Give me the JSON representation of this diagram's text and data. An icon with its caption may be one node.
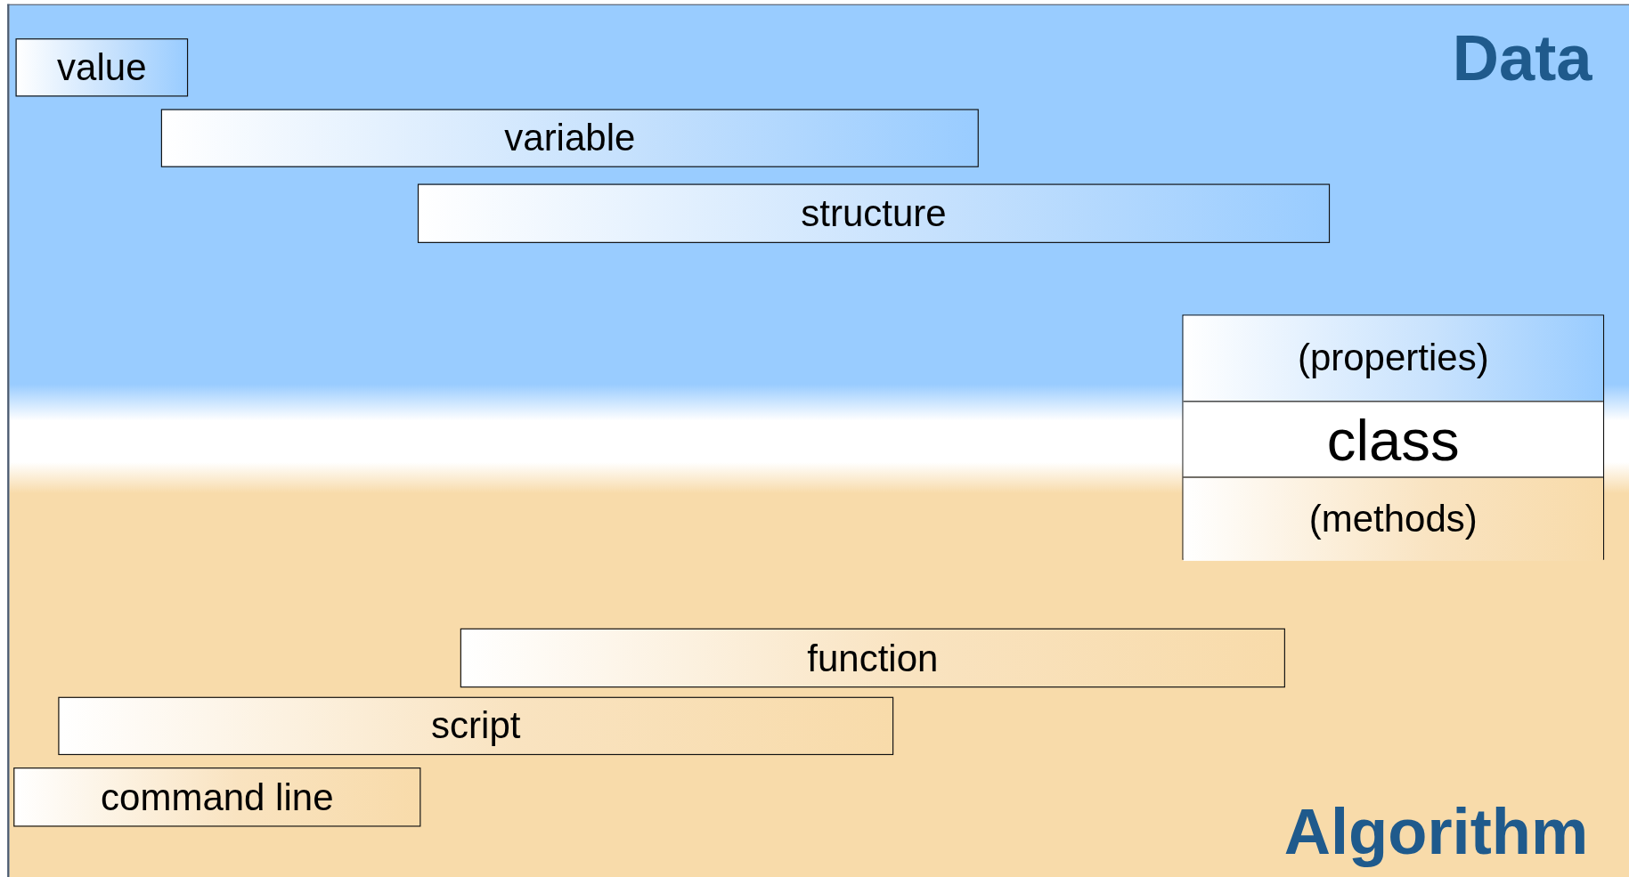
{
  "diagram": {
    "nodes": [
      {
        "text": [
          "value"
        ]
      },
      {
        "text": [
          "variable"
        ]
      },
      {
        "text": [
          "structure"
        ]
      },
      {
        "text": [
          "(properties)",
          "class",
          "(methods)"
        ]
      },
      {
        "text": [
          "function"
        ]
      },
      {
        "text": [
          "script"
        ]
      },
      {
        "text": [
          "command line"
        ]
      }
    ],
    "edges": [],
    "labels": [
      "Data",
      "Algorithm"
    ]
  }
}
